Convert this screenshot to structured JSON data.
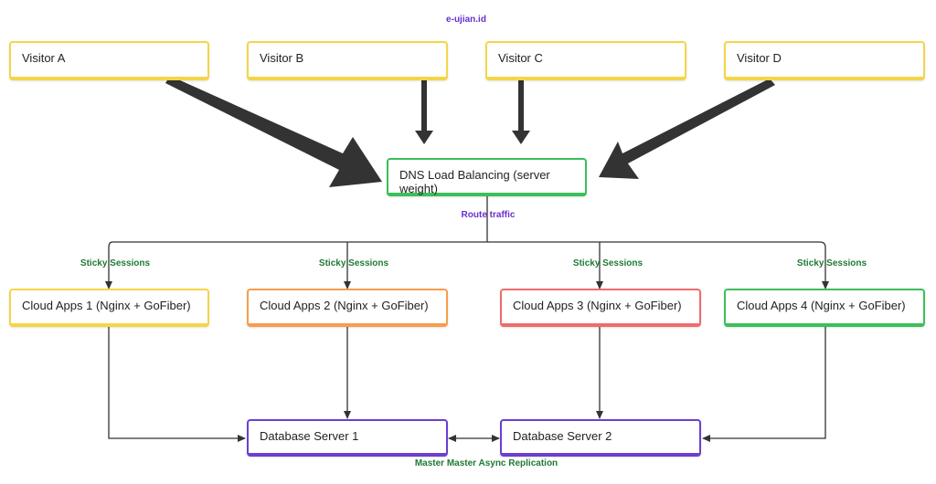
{
  "header": {
    "site_label": "e-ujian.id"
  },
  "visitors": [
    "Visitor A",
    "Visitor B",
    "Visitor C",
    "Visitor D"
  ],
  "load_balancer": {
    "label": "DNS Load Balancing (server weight)"
  },
  "route_label": "Route traffic",
  "sticky_label": "Sticky Sessions",
  "apps": [
    "Cloud Apps 1 (Nginx + GoFiber)",
    "Cloud Apps 2 (Nginx + GoFiber)",
    "Cloud Apps 3 (Nginx + GoFiber)",
    "Cloud Apps 4 (Nginx + GoFiber)"
  ],
  "databases": [
    "Database Server 1",
    "Database Server 2"
  ],
  "replication_label": "Master Master Async Replication",
  "colors": {
    "yellow": "#f5d547",
    "orange": "#f79d4e",
    "red": "#ef6b6b",
    "green": "#3cbf5a",
    "purple": "#6b3fd1",
    "label_purple": "#6a2fd0",
    "label_green": "#1f7a34",
    "arrow": "#333333"
  }
}
